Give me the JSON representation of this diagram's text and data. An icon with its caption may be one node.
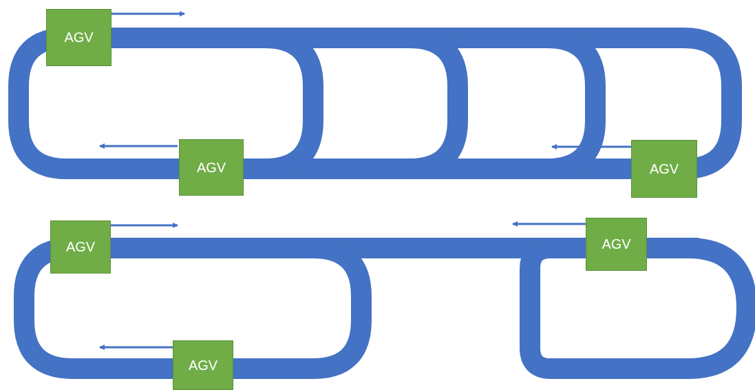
{
  "diagram": {
    "nodes": [
      {
        "text": [
          "AGV"
        ]
      },
      {
        "text": [
          "AGV"
        ]
      },
      {
        "text": [
          "AGV"
        ]
      },
      {
        "text": [
          "AGV"
        ]
      },
      {
        "text": [
          "AGV"
        ]
      },
      {
        "text": [
          "AGV"
        ]
      }
    ]
  }
}
